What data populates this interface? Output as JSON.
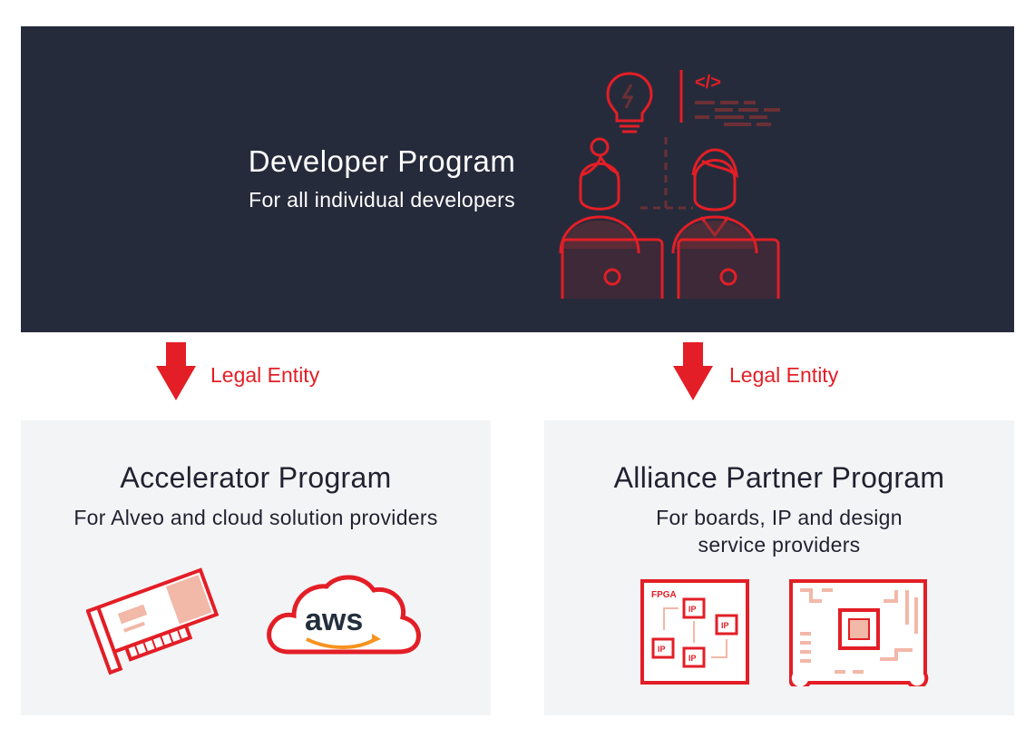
{
  "developer": {
    "title": "Developer Program",
    "subtitle": "For all individual developers",
    "code_tag": "</>",
    "illustration": "developers-with-laptops-icon"
  },
  "arrows": [
    {
      "label": "Legal Entity"
    },
    {
      "label": "Legal Entity"
    }
  ],
  "accelerator": {
    "title": "Accelerator Program",
    "subtitle": "For Alveo and cloud solution providers",
    "icons": [
      "accelerator-card-icon",
      "aws-cloud-icon"
    ],
    "aws_text": "aws"
  },
  "alliance": {
    "title": "Alliance Partner Program",
    "subtitle_lines": [
      "For boards, IP and design",
      "service providers"
    ],
    "icons": [
      "fpga-ip-icon",
      "circuit-board-icon"
    ],
    "fpga_label": "FPGA",
    "ip_label": "IP"
  },
  "colors": {
    "dark_panel": "#262b3b",
    "accent_red": "#e31e26",
    "light_red": "#f2b8a8",
    "card_bg": "#f3f4f6"
  }
}
